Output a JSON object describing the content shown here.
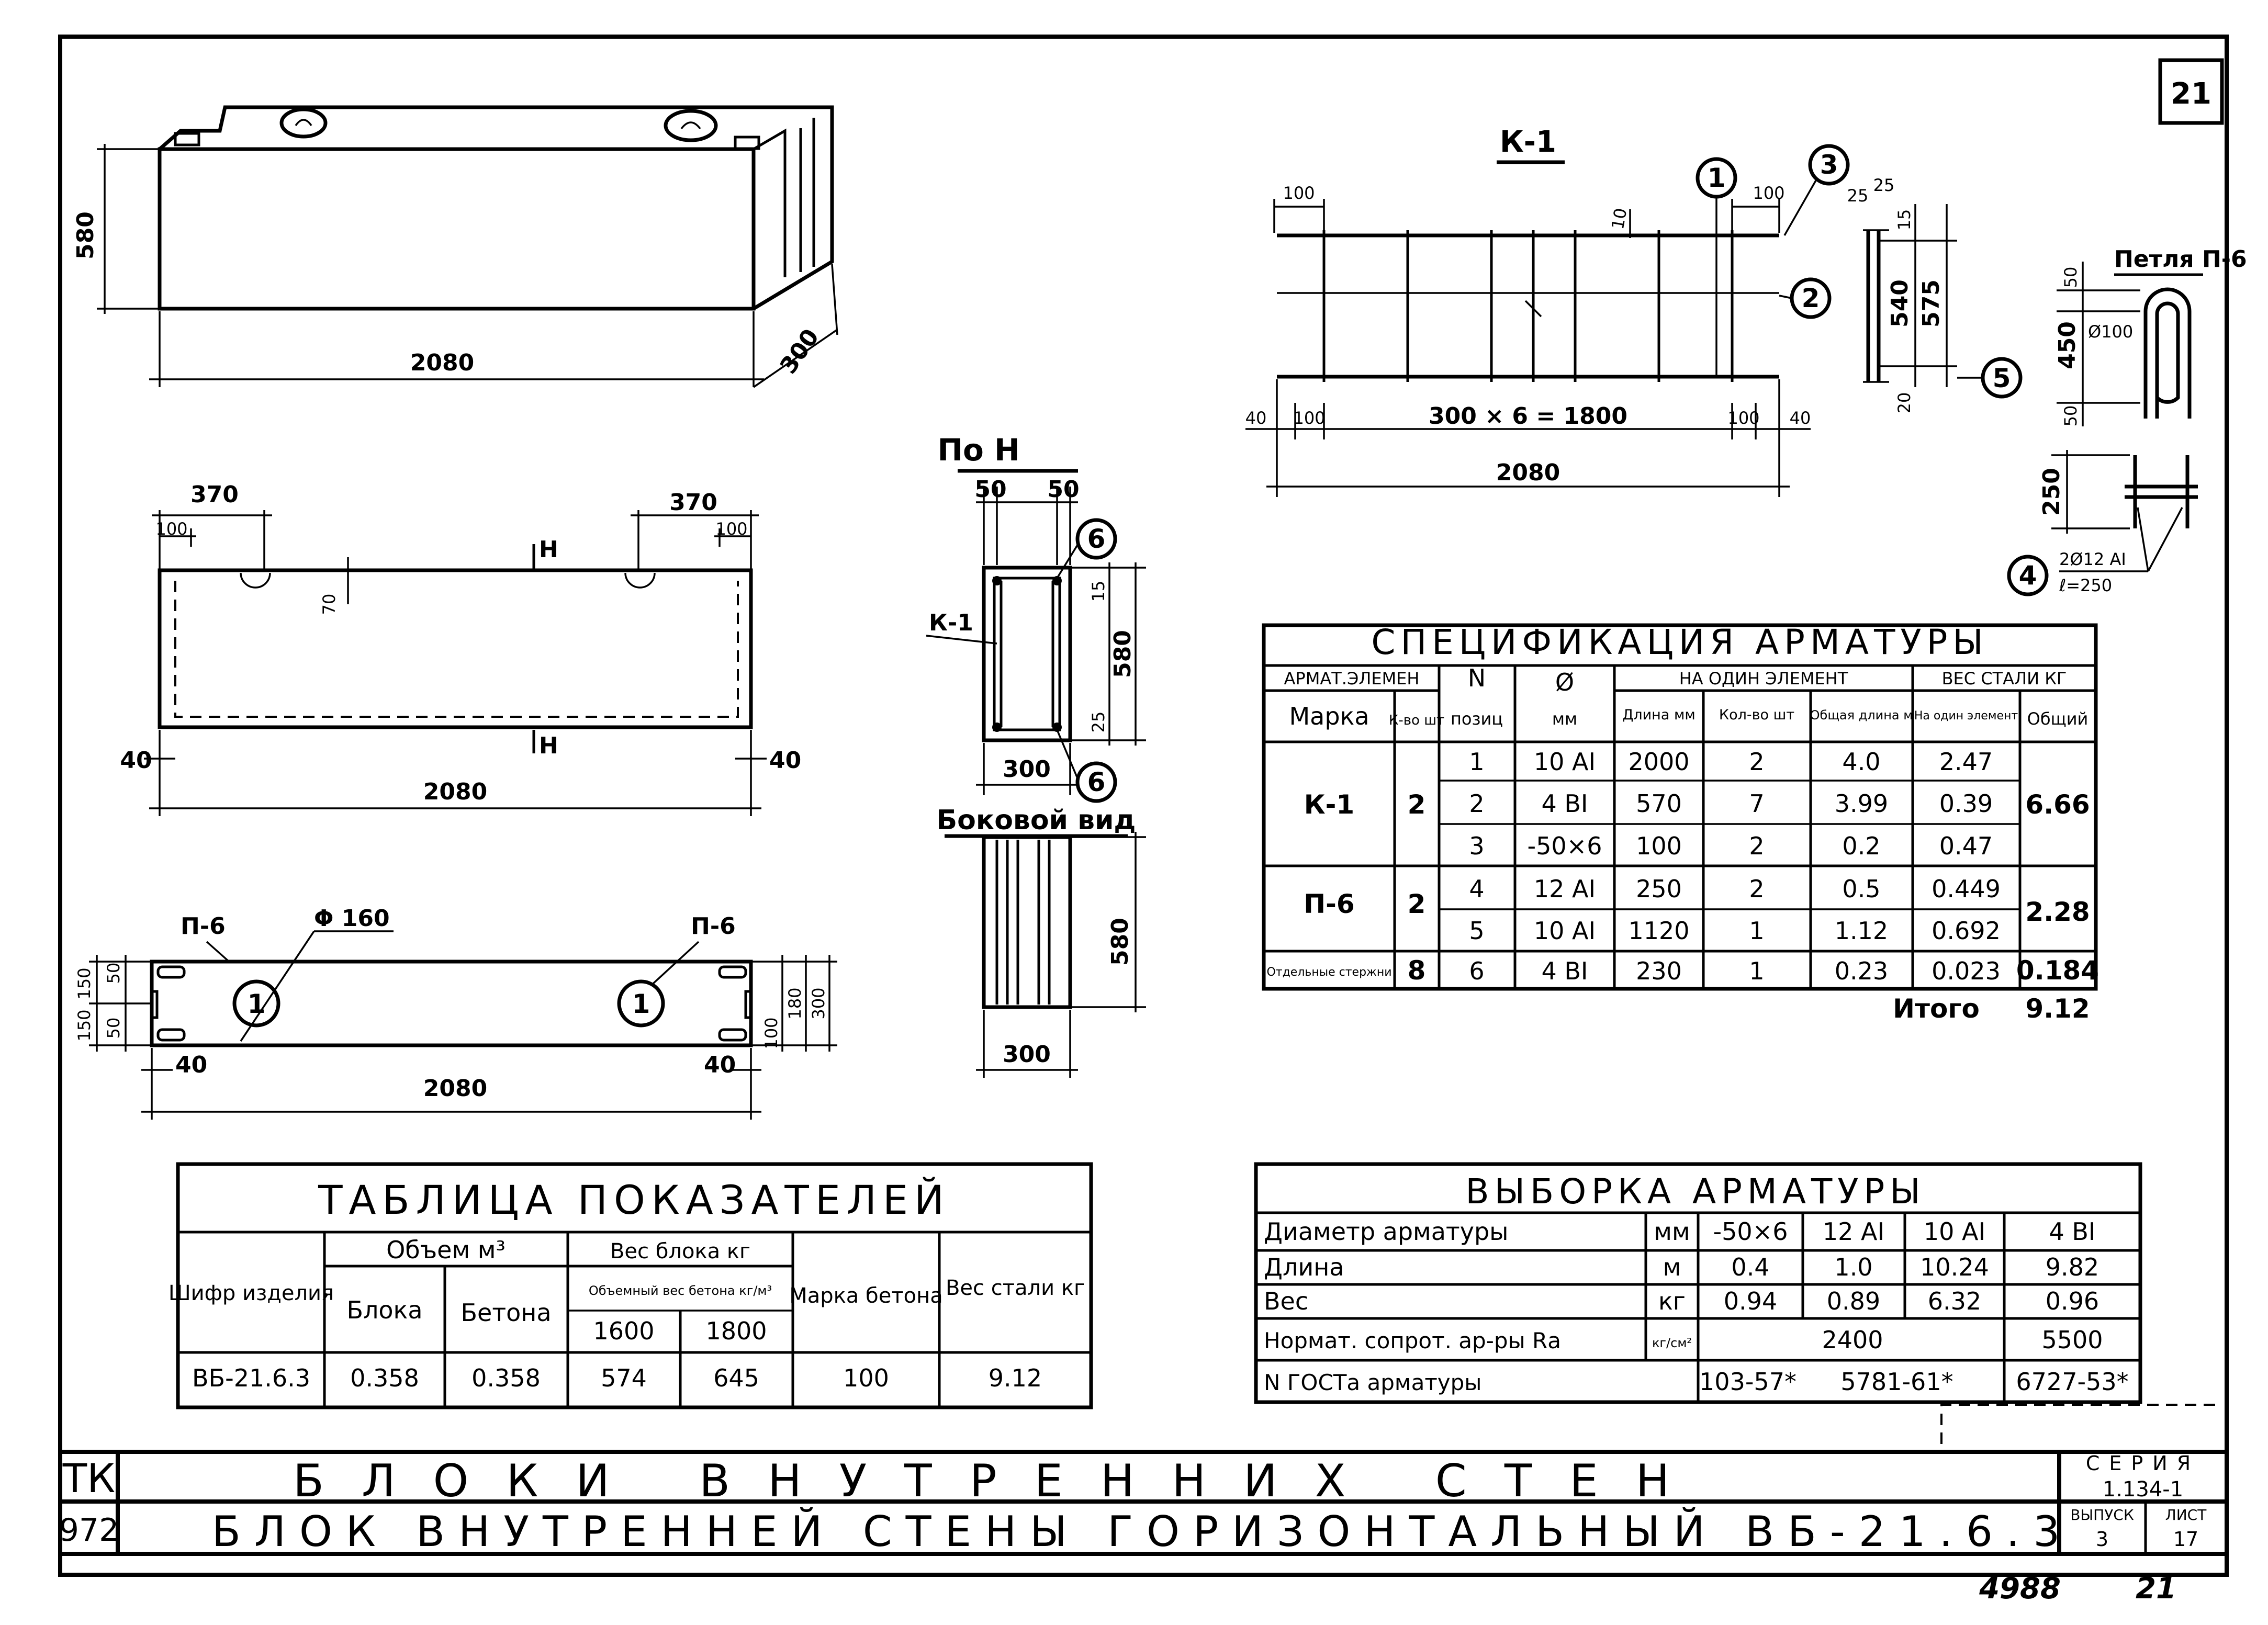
{
  "sheet": {
    "page_number": "21",
    "org_code_top": "ТК",
    "org_code_bottom": "972",
    "series_label": "СЕРИЯ",
    "series_value": "1.134-1",
    "issue_label": "ВЫПУСК",
    "issue_value": "3",
    "sheet_label": "ЛИСТ",
    "sheet_value": "17",
    "title_line1": "БЛОКИ ВНУТРЕННИХ СТЕН",
    "title_line2": "БЛОК ВНУТРЕННЕЙ СТЕНЫ ГОРИЗОНТАЛЬНЫЙ ВБ-21.6.3",
    "handwritten_number": "4988",
    "handwritten_page": "21"
  },
  "isometric_view": {
    "dim_height": "580",
    "dim_length": "2080",
    "dim_depth": "300"
  },
  "front_view": {
    "dim_left_370": "370",
    "dim_right_370": "370",
    "dim_left_100": "100",
    "dim_right_100": "100",
    "dim_70": "70",
    "section_mark_top": "Н",
    "section_mark_bottom": "Н",
    "dim_left_40": "40",
    "dim_right_40": "40",
    "dim_length": "2080"
  },
  "plan_view": {
    "loop_left": "П-6",
    "loop_right": "П-6",
    "hole_diameter": "Φ 160",
    "hole_mark_left": "1",
    "hole_mark_right": "1",
    "dim_150a": "150",
    "dim_150b": "150",
    "dim_50a": "50",
    "dim_50b": "50",
    "dim_100": "100",
    "dim_180": "180",
    "dim_300": "300",
    "dim_left_40": "40",
    "dim_right_40": "40",
    "dim_length": "2080"
  },
  "section_view": {
    "title": "По Н",
    "dim_50a": "50",
    "dim_50b": "50",
    "dim_15": "15",
    "dim_580": "580",
    "dim_25": "25",
    "dim_300": "300",
    "frame_label": "К-1",
    "pos_top": "6",
    "pos_bottom": "6"
  },
  "side_view": {
    "title": "Боковой вид",
    "dim_height": "580",
    "dim_width": "300"
  },
  "frame_k1": {
    "title": "К-1",
    "dim_100_left": "100",
    "dim_100_right": "100",
    "dim_10": "10",
    "dim_25a": "25",
    "dim_25b": "25",
    "dim_15": "15",
    "dim_540": "540",
    "dim_575": "575",
    "dim_20": "20",
    "dim_40_left": "40",
    "dim_100_bottom_left": "100",
    "dim_spacing": "300 × 6 = 1800",
    "dim_100_bottom_right": "100",
    "dim_40_right": "40",
    "dim_total": "2080",
    "pos_1": "1",
    "pos_2": "2",
    "pos_3": "3",
    "pos_5": "5"
  },
  "loop_p6": {
    "title": "Петля П-6",
    "dim_50_top": "50",
    "dim_450": "450",
    "dim_bend": "Ø100",
    "dim_50_bottom": "50",
    "dim_250": "250",
    "pos_4": "4",
    "bar_note_1": "2Ø12 АI",
    "bar_note_2": "ℓ=250"
  },
  "spec_table": {
    "title": "СПЕЦИФИКАЦИЯ АРМАТУРЫ",
    "h_element": "АРМАТ.ЭЛЕМЕН",
    "h_mark": "Марка",
    "h_count": "К-во шт",
    "h_n": "N",
    "h_pos": "позиц",
    "h_diam": "Ø",
    "h_mm": "мм",
    "h_per_element": "НА ОДИН ЭЛЕМЕНТ",
    "h_length": "Длина мм",
    "h_qty": "Кол-во шт",
    "h_total_len": "Общая длина м",
    "h_weight": "ВЕС СТАЛИ КГ",
    "h_weight_one": "На один элемент",
    "h_weight_total": "Общий",
    "groups": [
      {
        "mark": "К-1",
        "count": "2",
        "total": "6.66",
        "rows": [
          {
            "pos": "1",
            "diam": "10 АI",
            "len": "2000",
            "qty": "2",
            "tlen": "4.0",
            "w": "2.47"
          },
          {
            "pos": "2",
            "diam": "4 ВI",
            "len": "570",
            "qty": "7",
            "tlen": "3.99",
            "w": "0.39"
          },
          {
            "pos": "3",
            "diam": "-50×6",
            "len": "100",
            "qty": "2",
            "tlen": "0.2",
            "w": "0.47"
          }
        ]
      },
      {
        "mark": "П-6",
        "count": "2",
        "total": "2.28",
        "rows": [
          {
            "pos": "4",
            "diam": "12 АI",
            "len": "250",
            "qty": "2",
            "tlen": "0.5",
            "w": "0.449"
          },
          {
            "pos": "5",
            "diam": "10 АI",
            "len": "1120",
            "qty": "1",
            "tlen": "1.12",
            "w": "0.692"
          }
        ]
      },
      {
        "mark": "Отдельные стержни",
        "count": "8",
        "total": "0.184",
        "rows": [
          {
            "pos": "6",
            "diam": "4 ВI",
            "len": "230",
            "qty": "1",
            "tlen": "0.23",
            "w": "0.023"
          }
        ]
      }
    ],
    "total_label": "Итого",
    "total_value": "9.12"
  },
  "indicators_table": {
    "title": "ТАБЛИЦА ПОКАЗАТЕЛЕЙ",
    "h_code": "Шифр изделия",
    "h_volume": "Объем м³",
    "h_block": "Блока",
    "h_concrete": "Бетона",
    "h_weight": "Вес блока кг",
    "h_vol_weight": "Объемный вес бетона кг/м³",
    "h_1600": "1600",
    "h_1800": "1800",
    "h_grade": "Марка бетона",
    "h_steel": "Вес стали кг",
    "row": {
      "code": "ВБ-21.6.3",
      "vol_block": "0.358",
      "vol_concrete": "0.358",
      "w1600": "574",
      "w1800": "645",
      "grade": "100",
      "steel": "9.12"
    }
  },
  "selection_table": {
    "title": "ВЫБОРКА АРМАТУРЫ",
    "rows": [
      {
        "label": "Диаметр арматуры",
        "unit": "мм",
        "c1": "-50×6",
        "c2": "12 АI",
        "c3": "10 АI",
        "c4": "4 ВI"
      },
      {
        "label": "Длина",
        "unit": "м",
        "c1": "0.4",
        "c2": "1.0",
        "c3": "10.24",
        "c4": "9.82"
      },
      {
        "label": "Вес",
        "unit": "кг",
        "c1": "0.94",
        "c2": "0.89",
        "c3": "6.32",
        "c4": "0.96"
      },
      {
        "label": "Нормат. сопрот. ар-ры Rа",
        "unit": "кг/см²",
        "c1": "2400",
        "c4": "5500"
      },
      {
        "label": "N ГОСТа арматуры",
        "unit": "",
        "c1": "103-57*",
        "c2": "5781-61*",
        "c4": "6727-53*"
      }
    ]
  }
}
